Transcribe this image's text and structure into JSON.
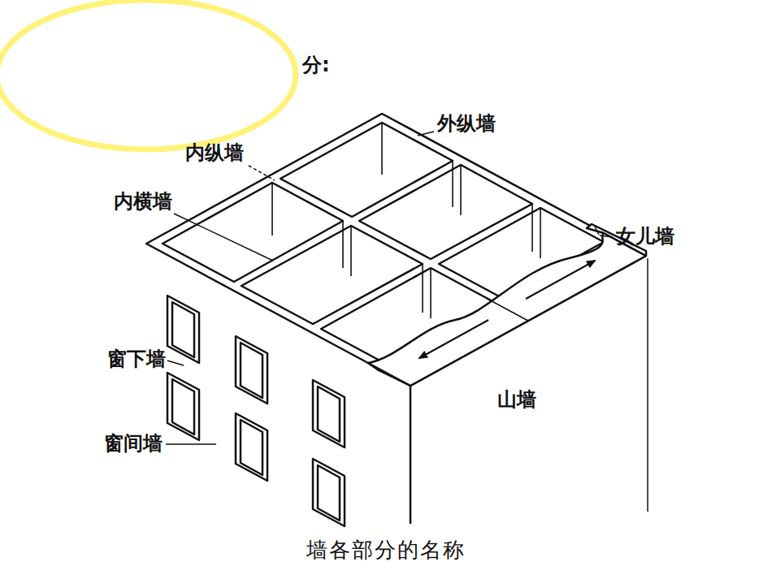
{
  "diagram": {
    "caption": "墙各部分的名称",
    "labels": [
      "分:",
      "外纵墙",
      "内纵墙",
      "内横墙",
      "女儿墙",
      "窗下墙",
      "窗间墙",
      "山墙"
    ]
  }
}
